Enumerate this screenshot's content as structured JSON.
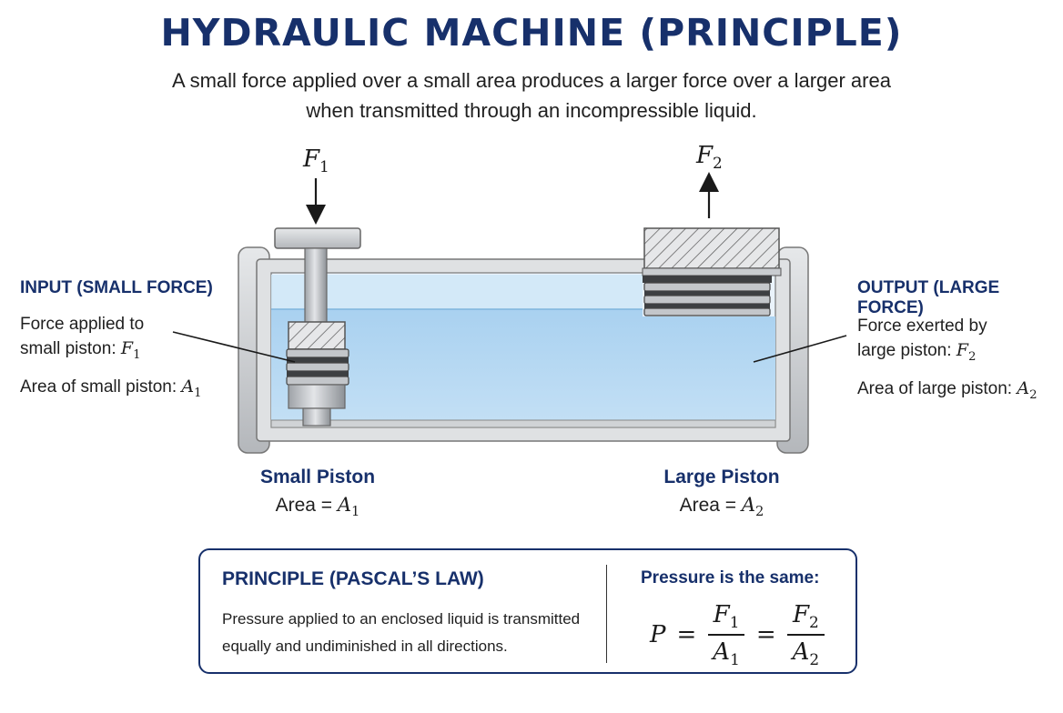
{
  "header": {
    "title": "HYDRAULIC MACHINE (PRINCIPLE)",
    "subtitle_line1": "A small force applied over a small area produces a larger force over a larger area",
    "subtitle_line2": "when transmitted through an incompressible liquid."
  },
  "forces": {
    "input": {
      "symbol": "F",
      "sub": "1",
      "direction": "down"
    },
    "output": {
      "symbol": "F",
      "sub": "2",
      "direction": "up"
    }
  },
  "input_panel": {
    "heading": "INPUT (SMALL FORCE)",
    "line1": "Force applied to",
    "line2_text": "small piston: ",
    "line2_sym": "F",
    "line2_sub": "1",
    "line3_text": "Area of small piston: ",
    "line3_sym": "A",
    "line3_sub": "1"
  },
  "output_panel": {
    "heading": "OUTPUT (LARGE FORCE)",
    "line1": "Force exerted by",
    "line2_text": "large piston: ",
    "line2_sym": "F",
    "line2_sub": "2",
    "line3_text": "Area of large piston: ",
    "line3_sym": "A",
    "line3_sub": "2"
  },
  "small_piston": {
    "name": "Small Piston",
    "area_text": "Area = ",
    "sym": "A",
    "sub": "1"
  },
  "large_piston": {
    "name": "Large Piston",
    "area_text": "Area = ",
    "sym": "A",
    "sub": "2"
  },
  "principle": {
    "heading": "PRINCIPLE (PASCAL’S LAW)",
    "text": "Pressure applied to an enclosed liquid is transmitted equally and undiminished in all directions.",
    "eq_heading": "Pressure is the same:",
    "formula": {
      "lhs": "P",
      "eq1": "=",
      "f1_num": "F",
      "f1_num_sub": "1",
      "f1_den": "A",
      "f1_den_sub": "1",
      "eq2": "=",
      "f2_num": "F",
      "f2_num_sub": "2",
      "f2_den": "A",
      "f2_den_sub": "2"
    }
  },
  "colors": {
    "title": "#17306b",
    "liquid": "#b8d9f2",
    "metal": "#c9cbce",
    "frame": "#d5d7da"
  }
}
